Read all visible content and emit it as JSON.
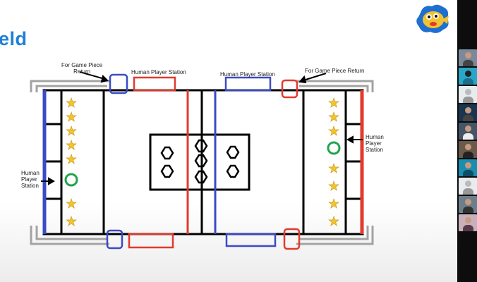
{
  "slide": {
    "title_fragment": "eld",
    "labels": {
      "top_left_return": [
        "For Game Piece",
        "Return"
      ],
      "top_left_station": "Human Player Station",
      "top_right_station": "Human Player Station",
      "top_right_return": "For Game Piece Return",
      "left_station": [
        "Human",
        "Player",
        "Station"
      ],
      "right_station": [
        "Human",
        "Player",
        "Station"
      ]
    }
  },
  "colors": {
    "title": "#1f7fd6",
    "blue_alliance": "#3b4bc4",
    "red_alliance": "#e23a2c",
    "wall": "#000000",
    "gray_rail": "#a3a3a3",
    "star": "#f4c430",
    "ring": "#22a34a",
    "sidebar": "#0d0d0d"
  },
  "icons": {
    "logo": "fish-mascot-logo",
    "star": "star-icon",
    "hexagon": "hexagon-icon",
    "ring": "circle-ring-icon",
    "arrow": "arrow-icon"
  },
  "video_participants": [
    "participant-1",
    "participant-2",
    "participant-3",
    "participant-4",
    "participant-5",
    "participant-6",
    "participant-7",
    "participant-8",
    "participant-9",
    "participant-10"
  ]
}
